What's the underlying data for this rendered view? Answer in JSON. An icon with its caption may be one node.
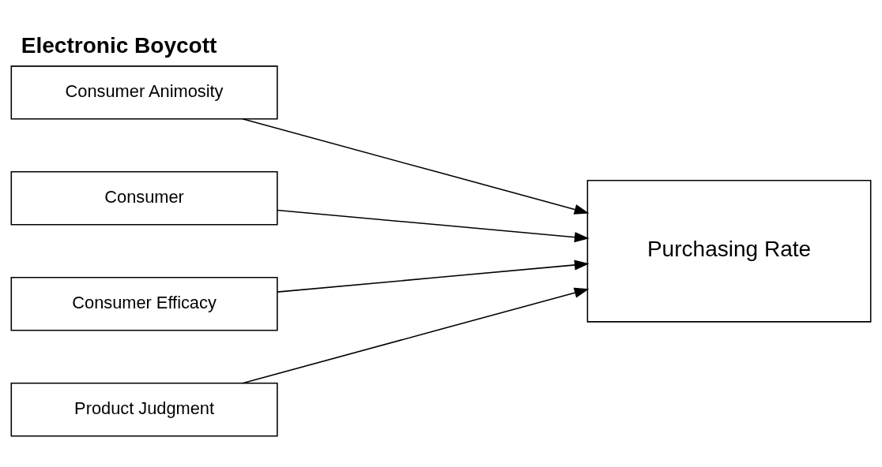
{
  "diagram": {
    "title": "Electronic Boycott",
    "nodes": [
      {
        "text": [
          "Consumer Animosity"
        ]
      },
      {
        "text": [
          "Consumer"
        ]
      },
      {
        "text": [
          "Consumer Efficacy"
        ]
      },
      {
        "text": [
          "Product Judgment"
        ]
      },
      {
        "text": [
          "Purchasing Rate"
        ]
      }
    ],
    "edges": [
      {
        "from": 0,
        "to": 4,
        "arrow": "to"
      },
      {
        "from": 1,
        "to": 4,
        "arrow": "to"
      },
      {
        "from": 2,
        "to": 4,
        "arrow": "to"
      },
      {
        "from": 3,
        "to": 4,
        "arrow": "to"
      }
    ]
  }
}
